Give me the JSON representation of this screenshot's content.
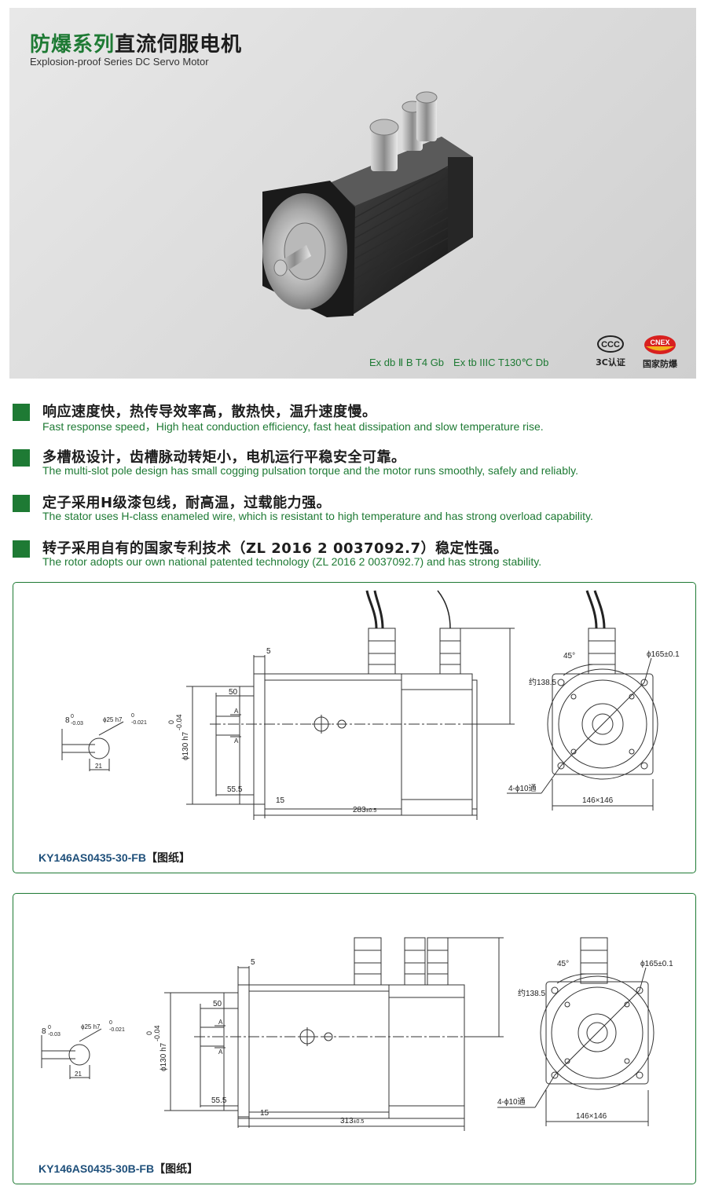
{
  "hero": {
    "title_cn_green": "防爆系列",
    "title_cn_dark": "直流伺服电机",
    "title_en": "Explosion-proof Series DC Servo Motor",
    "rating_1": "Ex db Ⅱ B T4 Gb",
    "rating_2": "Ex tb IIIC T130℃ Db",
    "cert_3c_icon": "ccc-logo-icon",
    "cert_3c_label": "3C认证",
    "cert_cnex_logo": "CNEX",
    "cert_cnex_label": "国家防爆"
  },
  "features": [
    {
      "cn": "响应速度快，热传导效率高，散热快，温升速度慢。",
      "en": "Fast response speed，High heat conduction efficiency, fast heat dissipation and slow temperature rise."
    },
    {
      "cn": "多槽极设计，齿槽脉动转矩小，电机运行平稳安全可靠。",
      "en": "The multi-slot pole design has small cogging pulsation torque and the motor runs smoothly, safely and reliably."
    },
    {
      "cn": "定子采用H级漆包线，耐高温，过载能力强。",
      "en": "The stator uses H-class enameled wire, which is resistant to high temperature and has strong overload capability."
    },
    {
      "cn": "转子采用自有的国家专利技术（ZL 2016 2 0037092.7）稳定性强。",
      "en": "The rotor adopts our own national patented technology (ZL 2016 2 0037092.7) and has strong stability."
    }
  ],
  "drawings": [
    {
      "model": "KY146AS0435-30-FB",
      "tag": "【图纸】",
      "dims": {
        "flange": "5",
        "shaft_len": "50",
        "boss": "55.5",
        "pilot": "15",
        "length": "283",
        "length_tol": "±0.5",
        "height": "约138.5",
        "pilot_dia": "ϕ130 h7",
        "pilot_tol_up": "0",
        "pilot_tol_low": "-0.04",
        "shaft_dia": "ϕ25 h7",
        "shaft_tol_up": "0",
        "shaft_tol_low": "-0.021",
        "key": "8",
        "key_tol_up": "0",
        "key_tol_low": "-0.03",
        "key_depth": "21",
        "section": "A",
        "angle": "45°",
        "pcd": "ϕ165±0.1",
        "holes": "4-ϕ10通",
        "square": "146×146"
      }
    },
    {
      "model": "KY146AS0435-30B-FB",
      "tag": "【图纸】",
      "dims": {
        "flange": "5",
        "shaft_len": "50",
        "boss": "55.5",
        "pilot": "15",
        "length": "313",
        "length_tol": "±0.5",
        "height": "约138.5",
        "pilot_dia": "ϕ130 h7",
        "pilot_tol_up": "0",
        "pilot_tol_low": "-0.04",
        "shaft_dia": "ϕ25 h7",
        "shaft_tol_up": "0",
        "shaft_tol_low": "-0.021",
        "key": "8",
        "key_tol_up": "0",
        "key_tol_low": "-0.03",
        "key_depth": "21",
        "section": "A",
        "angle": "45°",
        "pcd": "ϕ165±0.1",
        "holes": "4-ϕ10通",
        "square": "146×146"
      }
    }
  ],
  "colors": {
    "brand_green": "#1e7a34",
    "label_blue": "#1e4f7a",
    "cnex_red": "#d8201f"
  }
}
